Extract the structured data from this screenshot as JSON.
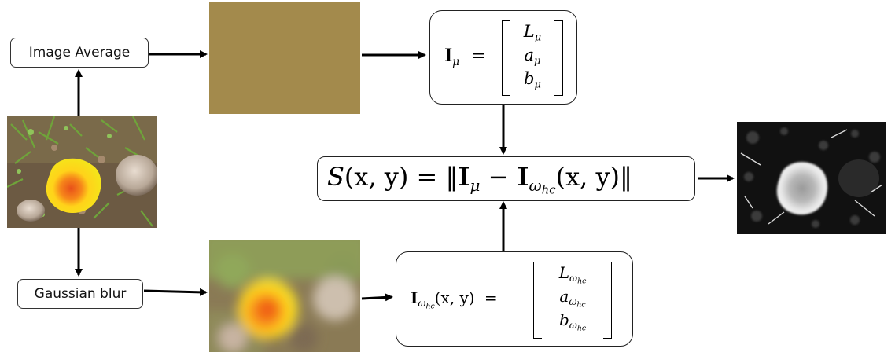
{
  "nodes": {
    "image_average": "Image Average",
    "gaussian_blur": "Gaussian blur"
  },
  "equations": {
    "mean": {
      "lhs_symbol": "I",
      "lhs_sub": "μ",
      "equals": "=",
      "entries": [
        {
          "base": "L",
          "sub": "μ"
        },
        {
          "base": "a",
          "sub": "μ"
        },
        {
          "base": "b",
          "sub": "μ"
        }
      ]
    },
    "saliency": {
      "text_S": "S",
      "text_args": "(x, y)",
      "text_eq": " = ‖",
      "text_I1": "I",
      "text_mu": "μ",
      "text_minus": " − ",
      "text_I2": "I",
      "text_omega": "ω",
      "text_hc": "hc",
      "text_args2": "(x, y)",
      "text_close": "‖"
    },
    "blur": {
      "lhs_symbol": "I",
      "lhs_sub": "ω",
      "lhs_subsub": "hc",
      "lhs_args": "(x, y)",
      "equals": "=",
      "entries": [
        {
          "base": "L",
          "sub": "ω",
          "subsub": "hc"
        },
        {
          "base": "a",
          "sub": "ω",
          "subsub": "hc"
        },
        {
          "base": "b",
          "sub": "ω",
          "subsub": "hc"
        }
      ]
    }
  },
  "colors": {
    "average_swatch": "#a38a4c",
    "arrow": "#000000"
  }
}
